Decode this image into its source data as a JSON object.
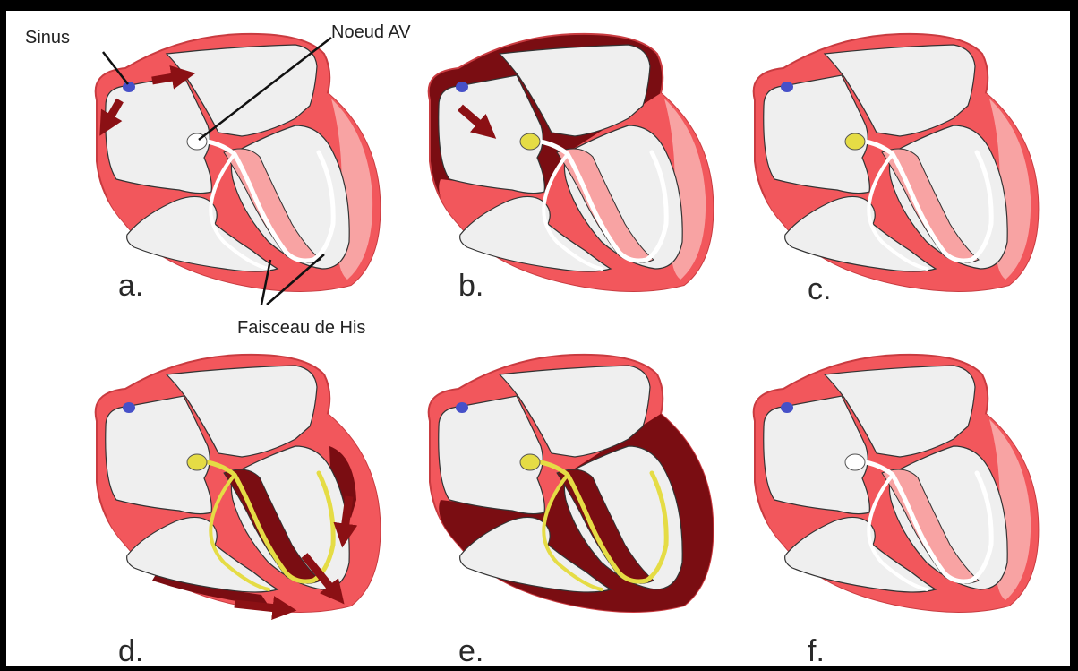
{
  "callouts": {
    "sinus": "Sinus",
    "noeud_av": "Noeud AV",
    "faisceau": "Faisceau de His"
  },
  "panels": [
    {
      "label": "a.",
      "atria": "normal",
      "left_vent": "normal",
      "right_vent": "normal",
      "av_node": "white",
      "bundle": "white",
      "arrows": "sinus"
    },
    {
      "label": "b.",
      "atria": "dark",
      "left_vent": "normal",
      "right_vent": "normal",
      "av_node": "yellow",
      "bundle": "white",
      "arrows": "atrium"
    },
    {
      "label": "c.",
      "atria": "normal",
      "left_vent": "normal",
      "right_vent": "normal",
      "av_node": "yellow",
      "bundle": "white",
      "arrows": "none"
    },
    {
      "label": "d.",
      "atria": "normal",
      "left_vent": "partial",
      "right_vent": "partial",
      "av_node": "yellow",
      "bundle": "yellow",
      "arrows": "ventricle"
    },
    {
      "label": "e.",
      "atria": "normal",
      "left_vent": "dark",
      "right_vent": "dark",
      "av_node": "yellow",
      "bundle": "yellow",
      "arrows": "none"
    },
    {
      "label": "f.",
      "atria": "normal",
      "left_vent": "normal",
      "right_vent": "normal",
      "av_node": "white",
      "bundle": "white",
      "arrows": "none"
    }
  ],
  "colors": {
    "wall": "#f2575c",
    "wall_light": "#f8a3a3",
    "chamber": "#efefef",
    "activated": "#7a0d12",
    "node_yellow": "#e5dc45",
    "node_white": "#ffffff",
    "sinus_node": "#4650c8",
    "arrow": "#8b1014"
  }
}
